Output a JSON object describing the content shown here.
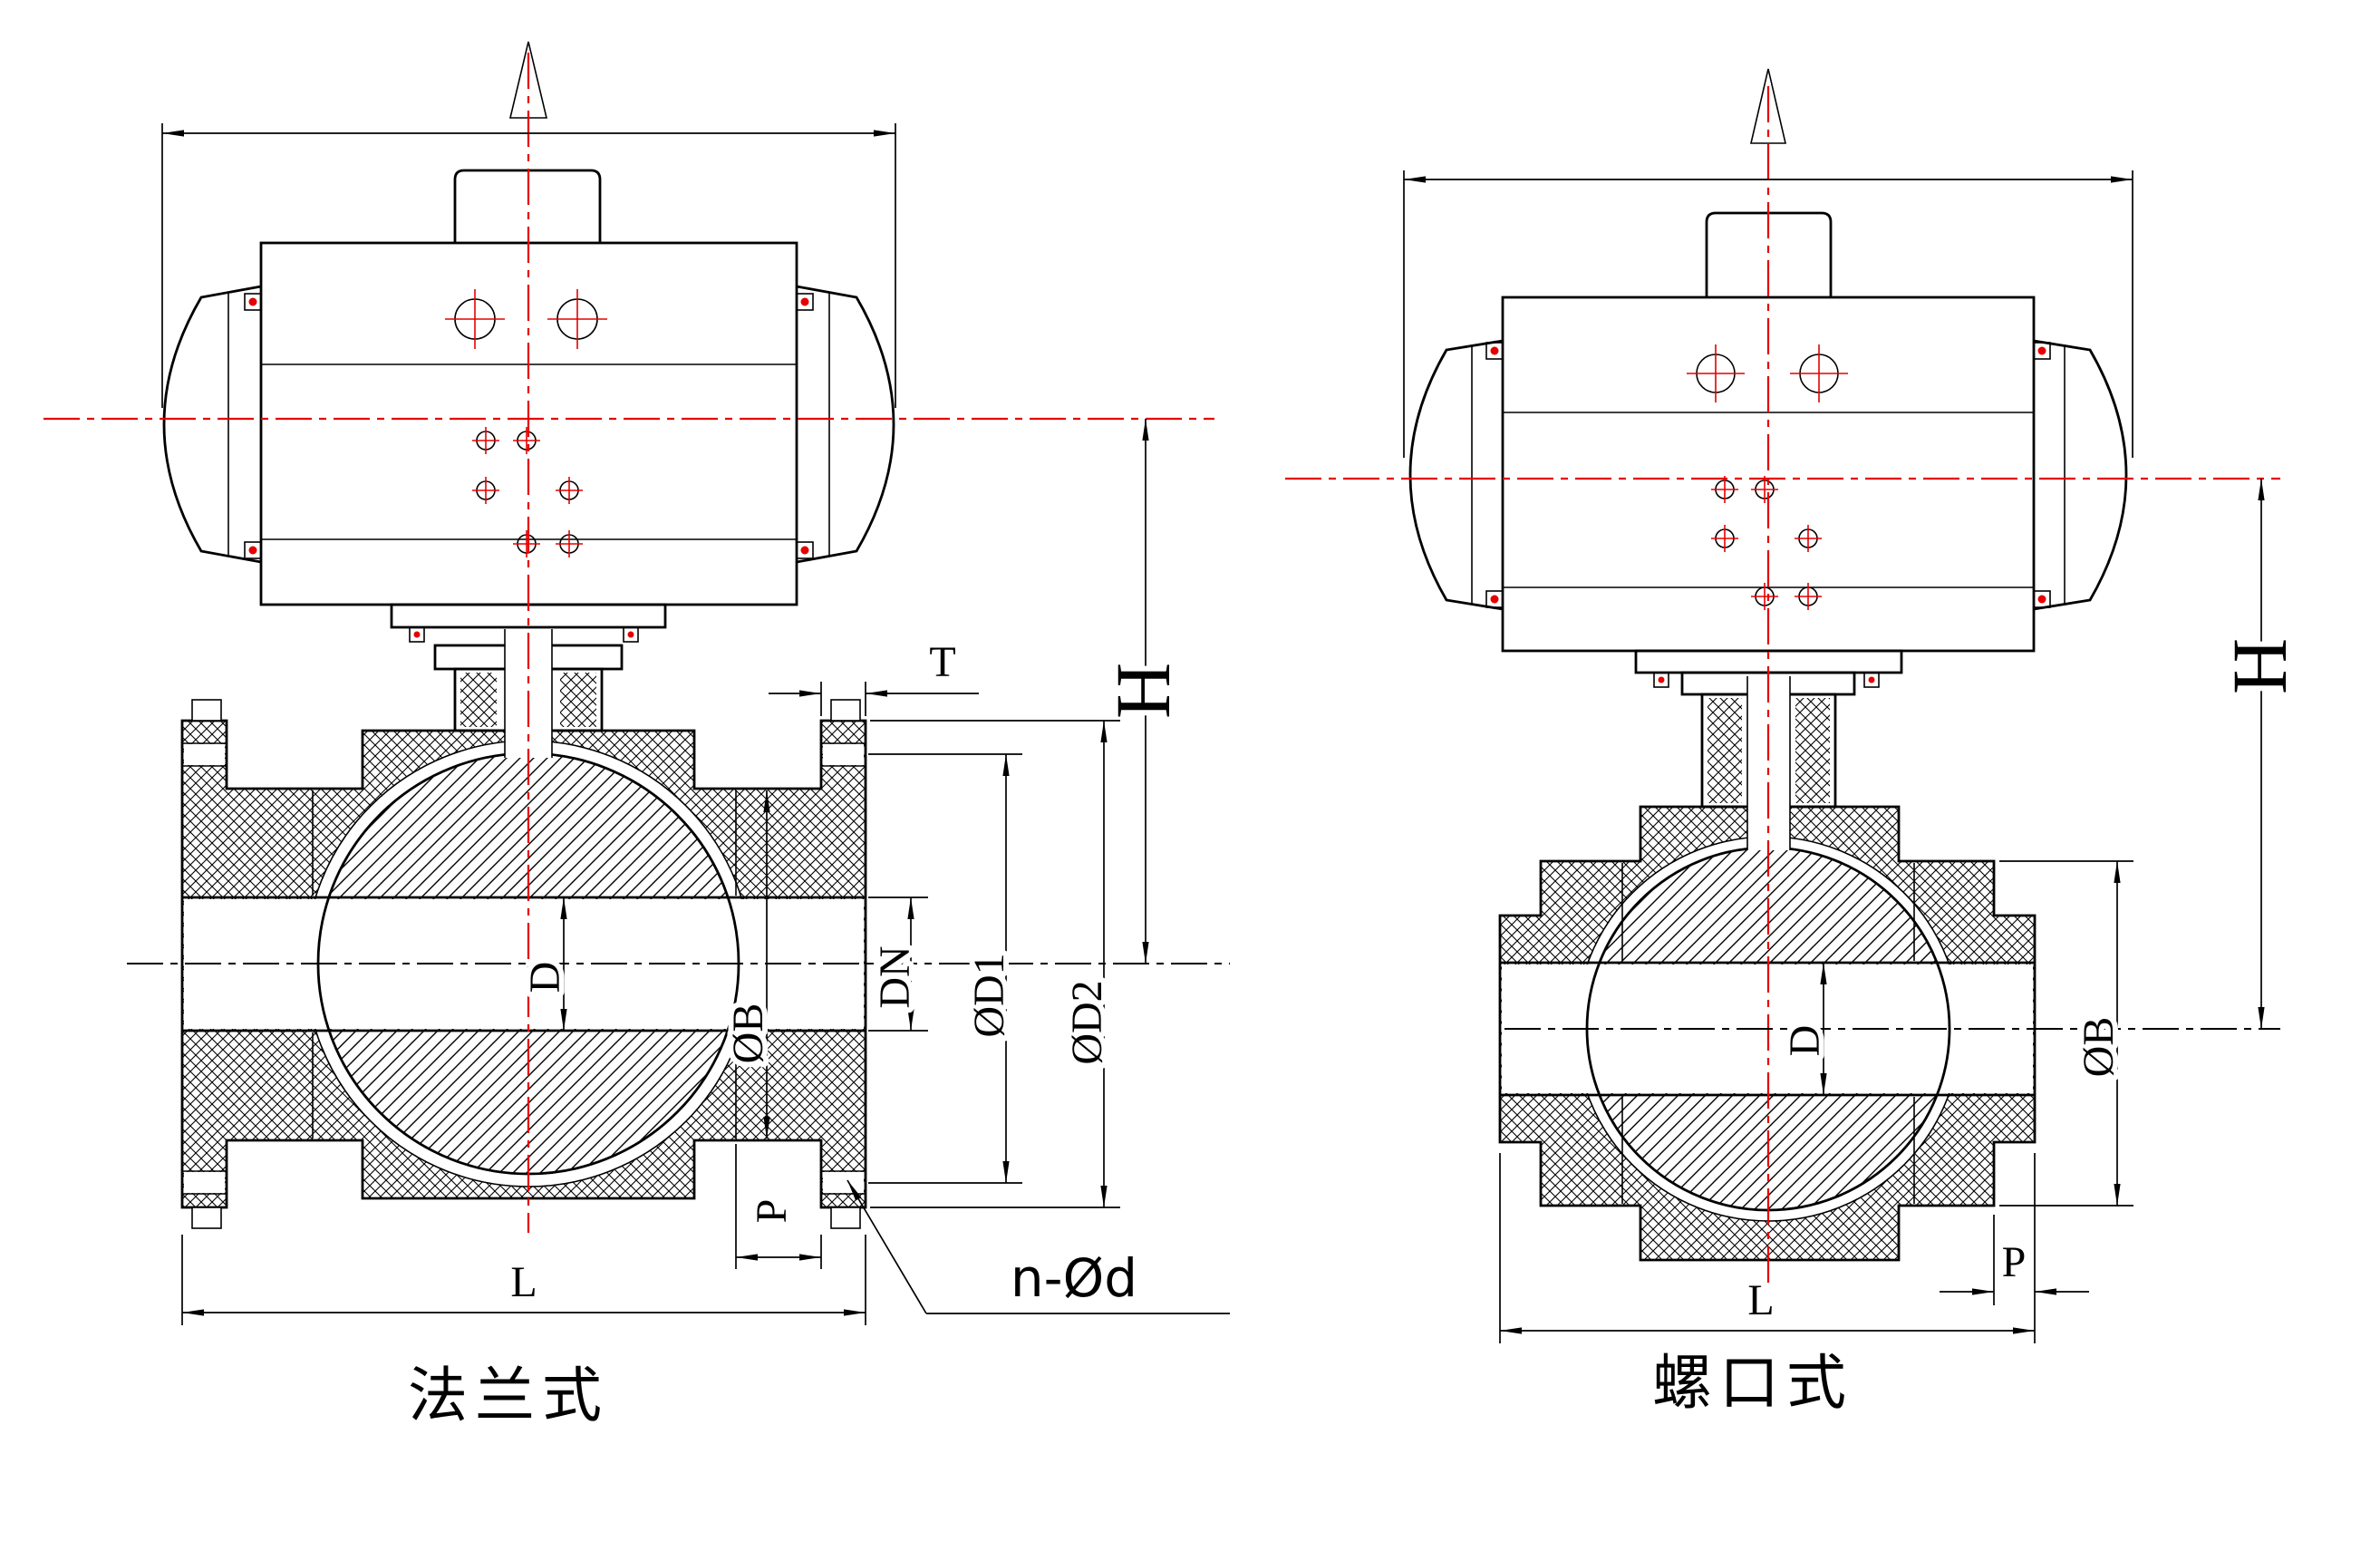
{
  "colors": {
    "line": "#000000",
    "centerline_red": "#e60000",
    "background": "#ffffff"
  },
  "left_view": {
    "caption": "法兰式",
    "labels": {
      "T": "T",
      "H": "H",
      "D": "D",
      "DN": "DN",
      "phi_B": "ØB",
      "phi_D1": "ØD1",
      "phi_D2": "ØD2",
      "P": "P",
      "L": "L",
      "n_phi_d": "n-Ød"
    }
  },
  "right_view": {
    "caption": "螺口式",
    "labels": {
      "H": "H",
      "D": "D",
      "phi_B": "ØB",
      "P": "P",
      "L": "L"
    }
  }
}
